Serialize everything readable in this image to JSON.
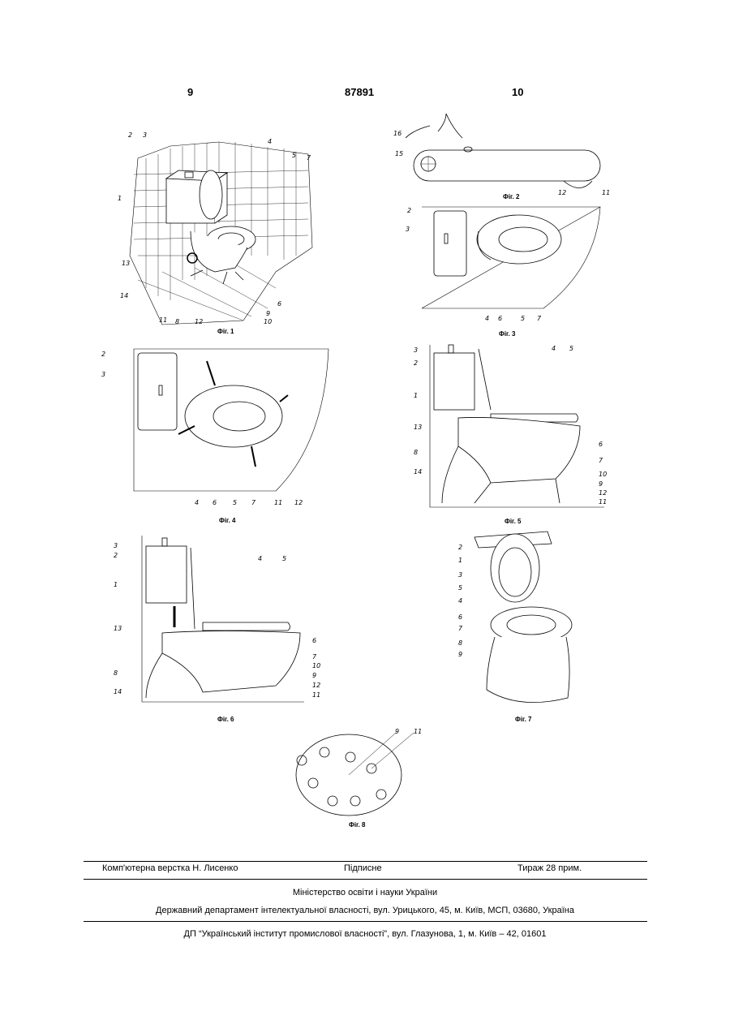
{
  "header": {
    "left_page": "9",
    "patent_number": "87891",
    "right_page": "10"
  },
  "figures": {
    "fig1": {
      "caption": "Фіг. 1",
      "labels": [
        "2",
        "3",
        "4",
        "5",
        "7",
        "1",
        "13",
        "14",
        "11",
        "8",
        "12",
        "10",
        "6",
        "9"
      ]
    },
    "fig2": {
      "caption": "Фіг. 2",
      "labels": [
        "16",
        "15",
        "12",
        "11"
      ]
    },
    "fig3": {
      "caption": "Фіг. 3",
      "labels": [
        "2",
        "3",
        "4",
        "6",
        "5",
        "7"
      ]
    },
    "fig4": {
      "caption": "Фіг. 4",
      "labels": [
        "2",
        "3",
        "4",
        "6",
        "5",
        "7",
        "11",
        "12"
      ]
    },
    "fig5": {
      "caption": "Фіг. 5",
      "labels": [
        "3",
        "2",
        "4",
        "5",
        "1",
        "13",
        "6",
        "8",
        "7",
        "14",
        "10",
        "9",
        "12",
        "11"
      ]
    },
    "fig6": {
      "caption": "Фіг. 6",
      "labels": [
        "3",
        "2",
        "1",
        "4",
        "5",
        "13",
        "6",
        "7",
        "8",
        "10",
        "9",
        "14",
        "12",
        "11"
      ]
    },
    "fig7": {
      "caption": "Фіг. 7",
      "labels": [
        "2",
        "1",
        "3",
        "5",
        "4",
        "6",
        "7",
        "8",
        "9"
      ]
    },
    "fig8": {
      "caption": "Фіг. 8",
      "labels": [
        "9",
        "11"
      ]
    }
  },
  "footer": {
    "layout": "Комп'ютерна верстка Н. Лисенко",
    "signed": "Підписне",
    "circulation": "Тираж 28 прим.",
    "ministry": "Міністерство освіти і науки України",
    "department": "Державний департамент інтелектуальної власності, вул. Урицького, 45, м. Київ, МСП, 03680, Україна",
    "institute": "ДП “Український інститут промислової власності”, вул. Глазунова, 1, м. Київ – 42, 01601"
  }
}
